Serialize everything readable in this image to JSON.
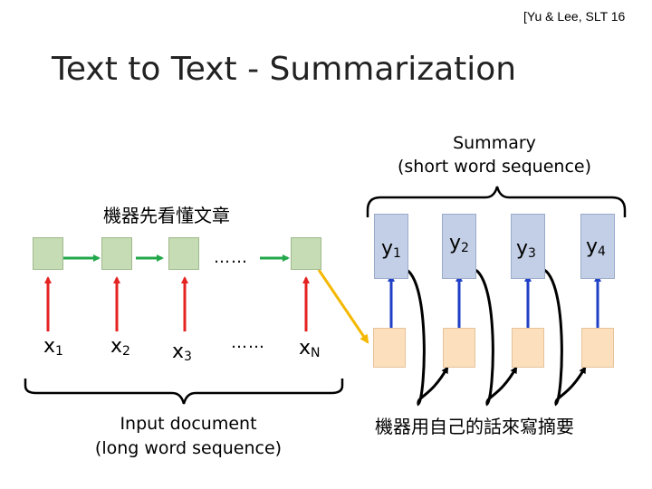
{
  "citation": "[Yu & Lee,  SLT 16",
  "title": "Text to Text - Summarization",
  "summary_label": {
    "line1": "Summary",
    "line2": "(short word sequence)"
  },
  "encoder_caption": "機器先看懂文章",
  "input_label": {
    "line1": "Input document",
    "line2": "(long word sequence)"
  },
  "decoder_caption": "機器用自己的話來寫摘要",
  "ellipsis": "……",
  "inputs": [
    {
      "base": "x",
      "sub": "1"
    },
    {
      "base": "x",
      "sub": "2"
    },
    {
      "base": "x",
      "sub": "3"
    },
    {
      "base": "x",
      "sub": "N"
    }
  ],
  "outputs": [
    {
      "base": "y",
      "sub": "1"
    },
    {
      "base": "y",
      "sub": "2"
    },
    {
      "base": "y",
      "sub": "3"
    },
    {
      "base": "y",
      "sub": "4"
    }
  ],
  "colors": {
    "encoder_cell": "#c6dcb4",
    "decoder_cell": "#fce0bd",
    "output_cell": "#c3cfe6",
    "recurrent_arrow": "#22a84a",
    "input_arrow": "#e52222",
    "context_arrow": "#f5b800",
    "output_arrow": "#1f3fc7",
    "feedback_arrow": "#000000"
  }
}
